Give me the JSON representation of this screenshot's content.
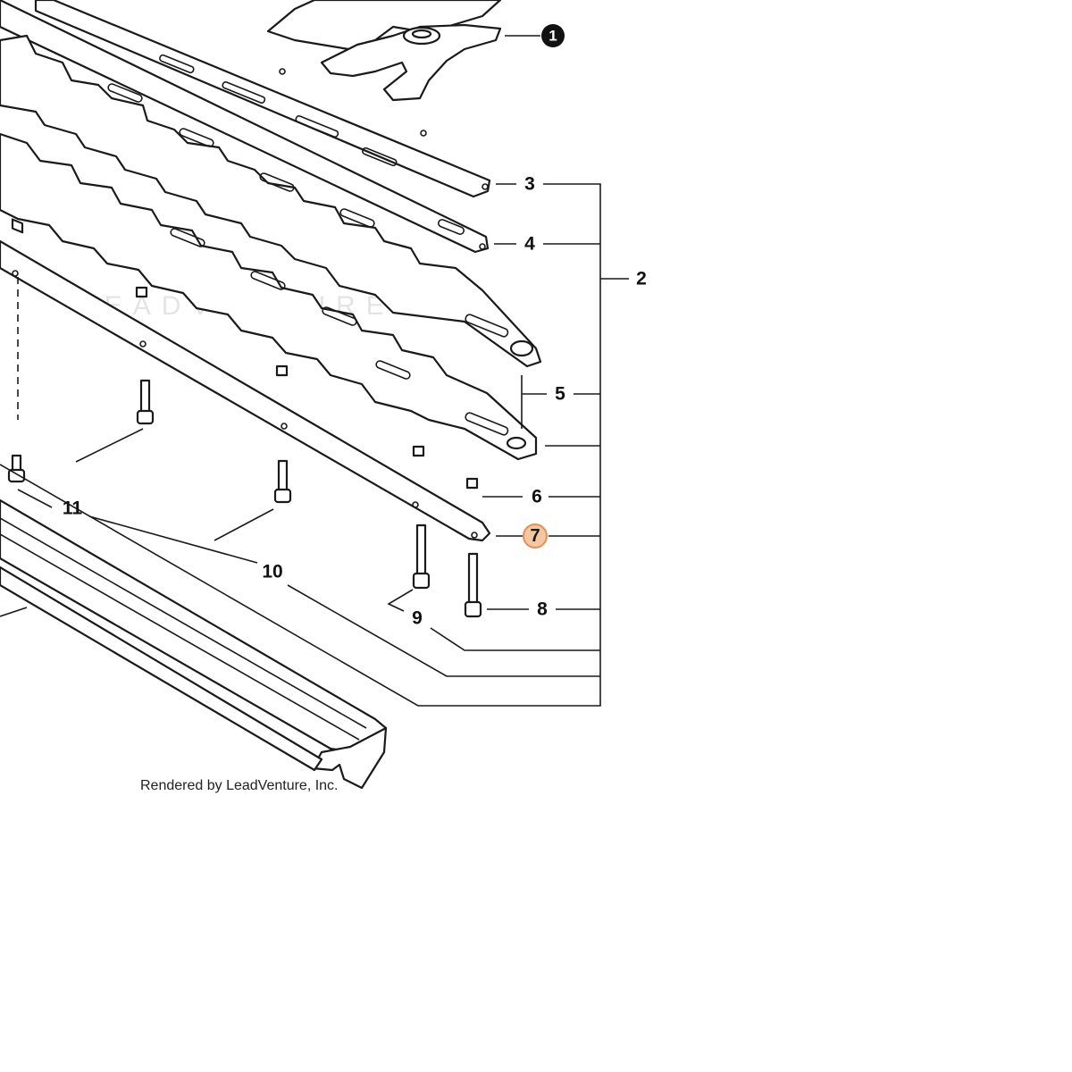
{
  "diagram": {
    "callouts": [
      {
        "id": "1",
        "label": "1",
        "style": "filled"
      },
      {
        "id": "2",
        "label": "2",
        "style": "plain"
      },
      {
        "id": "3",
        "label": "3",
        "style": "plain"
      },
      {
        "id": "4",
        "label": "4",
        "style": "plain"
      },
      {
        "id": "5",
        "label": "5",
        "style": "plain"
      },
      {
        "id": "6",
        "label": "6",
        "style": "plain"
      },
      {
        "id": "7",
        "label": "7",
        "style": "highlighted"
      },
      {
        "id": "8",
        "label": "8",
        "style": "plain"
      },
      {
        "id": "9",
        "label": "9",
        "style": "plain"
      },
      {
        "id": "10",
        "label": "10",
        "style": "plain"
      },
      {
        "id": "11",
        "label": "11",
        "style": "plain"
      }
    ],
    "highlight_color": "#f4c7a0",
    "highlight_stroke": "#e0915a",
    "watermark": "LEADVENTURE",
    "credit": "Rendered by LeadVenture, Inc."
  }
}
